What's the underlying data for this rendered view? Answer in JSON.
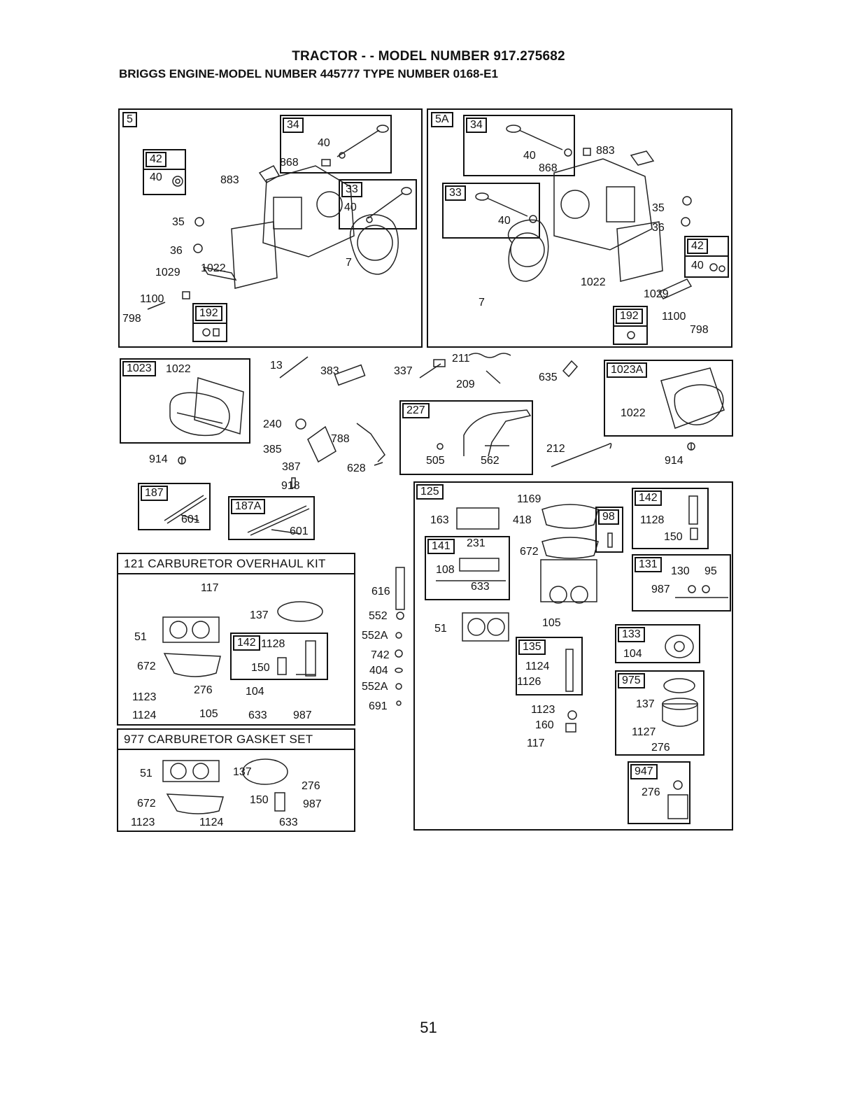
{
  "header": {
    "title": "TRACTOR - - MODEL NUMBER 917.275682",
    "subtitle": "BRIGGS ENGINE-MODEL NUMBER 445777 TYPE NUMBER 0168-E1"
  },
  "panel5": {
    "tag": "5",
    "sub34": {
      "tag": "34",
      "l40": "40",
      "l868": "868"
    },
    "sub42": {
      "tag": "42",
      "l40": "40"
    },
    "sub33": {
      "tag": "33",
      "l40": "40"
    },
    "sub192": {
      "tag": "192"
    },
    "l883": "883",
    "l35": "35",
    "l36": "36",
    "l1029": "1029",
    "l1022": "1022",
    "l1100": "1100",
    "l798": "798",
    "l7": "7"
  },
  "panel5A": {
    "tag": "5A",
    "sub34": {
      "tag": "34",
      "l40": "40",
      "l868": "868"
    },
    "sub33": {
      "tag": "33",
      "l40": "40"
    },
    "sub42": {
      "tag": "42",
      "l40": "40"
    },
    "sub192": {
      "tag": "192"
    },
    "l883": "883",
    "l35": "35",
    "l36": "36",
    "l1022": "1022",
    "l1029": "1029",
    "l1100": "1100",
    "l798": "798",
    "l7": "7"
  },
  "middle": {
    "panel1023": {
      "tag": "1023",
      "l1022": "1022"
    },
    "l914a": "914",
    "l13": "13",
    "l383": "383",
    "l337": "337",
    "l211": "211",
    "l209": "209",
    "l635": "635",
    "l240": "240",
    "l385": "385",
    "l788": "788",
    "l387": "387",
    "l628": "628",
    "l918": "918",
    "panel227": {
      "tag": "227",
      "l505": "505",
      "l562": "562"
    },
    "l212": "212",
    "panel1023A": {
      "tag": "1023A",
      "l1022": "1022"
    },
    "l914b": "914"
  },
  "p187": {
    "tag": "187",
    "l601": "601"
  },
  "p187A": {
    "tag": "187A",
    "l601": "601"
  },
  "kit121": {
    "title": "121 CARBURETOR OVERHAUL KIT",
    "l117": "117",
    "l137": "137",
    "l51": "51",
    "l672": "672",
    "sub142": {
      "tag": "142",
      "l1128": "1128",
      "l150": "150"
    },
    "l1123": "1123",
    "l276": "276",
    "l104": "104",
    "l1124": "1124",
    "l105": "105",
    "l633": "633",
    "l987": "987"
  },
  "kit977": {
    "title": "977 CARBURETOR GASKET SET",
    "l51": "51",
    "l137": "137",
    "l276": "276",
    "l672": "672",
    "l150": "150",
    "l987": "987",
    "l1123": "1123",
    "l1124": "1124",
    "l633": "633"
  },
  "loose": {
    "l616": "616",
    "l552": "552",
    "l552A1": "552A",
    "l742": "742",
    "l404": "404",
    "l552A2": "552A",
    "l691": "691"
  },
  "panel125": {
    "tag": "125",
    "l1169": "1169",
    "l163": "163",
    "l418": "418",
    "l672": "672",
    "l51": "51",
    "l105": "105",
    "l1123": "1123",
    "l160": "160",
    "l117": "117",
    "sub141": {
      "tag": "141",
      "l231": "231",
      "l108": "108",
      "l633": "633"
    },
    "sub98": {
      "tag": "98"
    },
    "sub142": {
      "tag": "142",
      "l1128": "1128",
      "l150": "150"
    },
    "sub131": {
      "tag": "131",
      "l130": "130",
      "l95": "95",
      "l987": "987"
    },
    "sub135": {
      "tag": "135",
      "l1124": "1124",
      "l1126": "1126"
    },
    "sub133": {
      "tag": "133",
      "l104": "104"
    },
    "sub975": {
      "tag": "975",
      "l137": "137",
      "l1127": "1127",
      "l276": "276"
    },
    "sub947": {
      "tag": "947",
      "l276": "276"
    }
  },
  "footer": {
    "page": "51"
  }
}
